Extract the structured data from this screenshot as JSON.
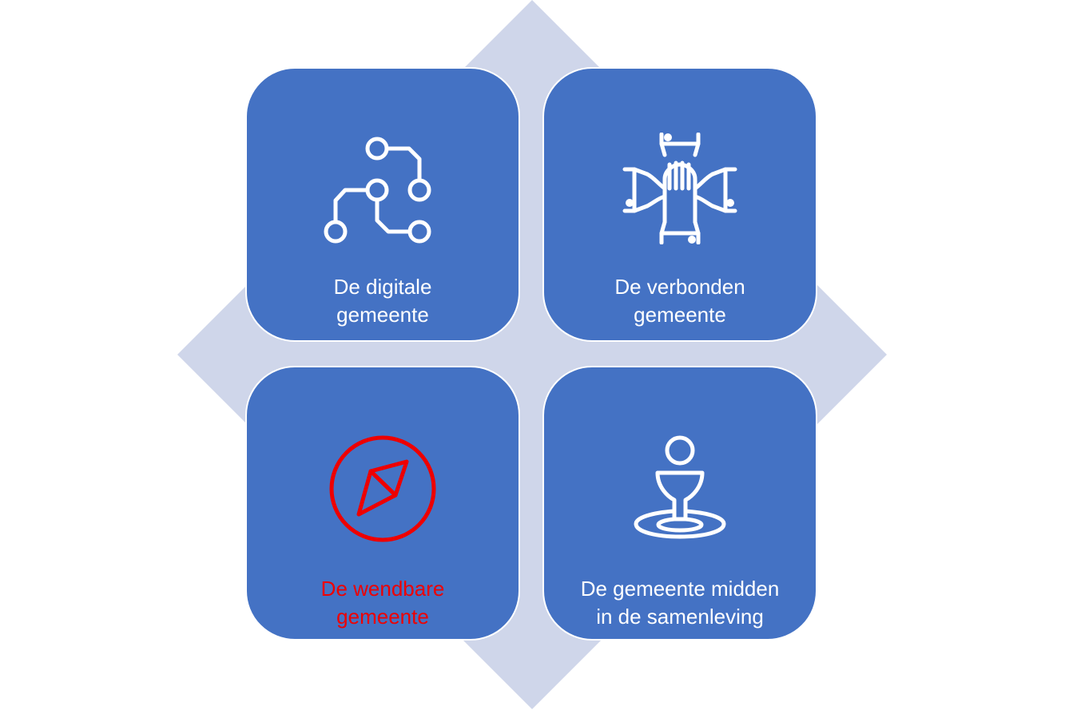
{
  "background_color": "#ffffff",
  "diamond_color": "#cfd6ea",
  "tile_color": "#4472c4",
  "label_color": "#ffffff",
  "accent_color": "#ee0000",
  "tiles": [
    {
      "id": "digitale",
      "icon": "network-nodes-icon",
      "lines": [
        "De digitale",
        "gemeente"
      ],
      "highlighted": false
    },
    {
      "id": "verbonden",
      "icon": "joined-hands-icon",
      "lines": [
        "De verbonden",
        "gemeente"
      ],
      "highlighted": false
    },
    {
      "id": "wendbare",
      "icon": "compass-icon",
      "lines": [
        "De wendbare",
        "gemeente"
      ],
      "highlighted": true
    },
    {
      "id": "samenleving",
      "icon": "person-in-center-icon",
      "lines": [
        "De gemeente midden",
        "in de samenleving"
      ],
      "highlighted": false
    }
  ]
}
